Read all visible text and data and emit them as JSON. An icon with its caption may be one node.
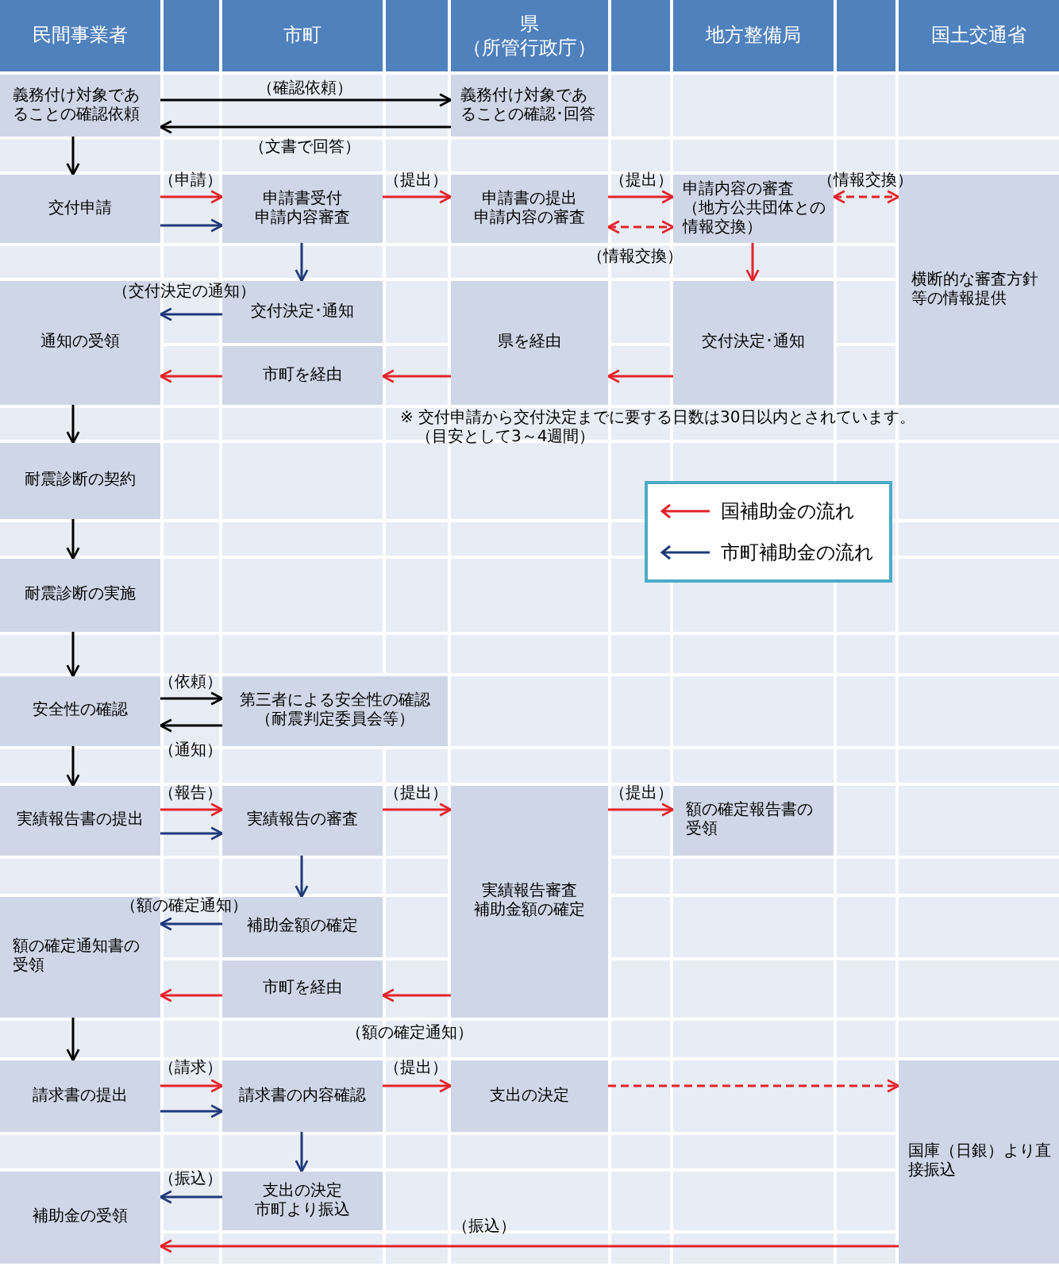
{
  "diagram": {
    "nodes": [
      {
        "text": [
          "民間事業者"
        ]
      },
      {
        "text": [
          "市町"
        ]
      },
      {
        "text": [
          "県",
          "（所管行政庁）"
        ]
      },
      {
        "text": [
          "地方整備局"
        ]
      },
      {
        "text": [
          "国土交通省"
        ]
      },
      {
        "text": [
          "義務付け対象であることの確認依頼"
        ]
      },
      {
        "text": [
          "義務付け対象であることの確認･回答"
        ]
      },
      {
        "text": [
          "交付申請"
        ]
      },
      {
        "text": [
          "申請書受付",
          "申請内容審査"
        ]
      },
      {
        "text": [
          "申請書の提出",
          "申請内容の審査"
        ]
      },
      {
        "text": [
          "申請内容の審査",
          "（地方公共団体との情報交換）"
        ]
      },
      {
        "text": [
          "横断的な審査方針等の情報提供"
        ]
      },
      {
        "text": [
          "通知の受領"
        ]
      },
      {
        "text": [
          "交付決定･通知"
        ]
      },
      {
        "text": [
          "市町を経由"
        ]
      },
      {
        "text": [
          "県を経由"
        ]
      },
      {
        "text": [
          "交付決定･通知"
        ]
      },
      {
        "text": [
          "耐震診断の契約"
        ]
      },
      {
        "text": [
          "耐震診断の実施"
        ]
      },
      {
        "text": [
          "安全性の確認"
        ]
      },
      {
        "text": [
          "第三者による安全性の確認",
          "（耐震判定委員会等）"
        ]
      },
      {
        "text": [
          "実績報告書の提出"
        ]
      },
      {
        "text": [
          "実績報告の審査"
        ]
      },
      {
        "text": [
          "実績報告審査",
          "補助金額の確定"
        ]
      },
      {
        "text": [
          "額の確定報告書の受領"
        ]
      },
      {
        "text": [
          "額の確定通知書の受領"
        ]
      },
      {
        "text": [
          "補助金額の確定"
        ]
      },
      {
        "text": [
          "市町を経由"
        ]
      },
      {
        "text": [
          "請求書の提出"
        ]
      },
      {
        "text": [
          "請求書の内容確認"
        ]
      },
      {
        "text": [
          "支出の決定"
        ]
      },
      {
        "text": [
          "国庫（日銀）より直接振込"
        ]
      },
      {
        "text": [
          "補助金の受領"
        ]
      },
      {
        "text": [
          "支出の決定",
          "市町より振込"
        ]
      }
    ],
    "edges": [
      {
        "from": 5,
        "to": 6,
        "arrow": "to",
        "label": "（確認依頼）",
        "color": "#000000"
      },
      {
        "from": 6,
        "to": 5,
        "arrow": "to",
        "label": "（文書で回答）",
        "color": "#000000"
      },
      {
        "from": 5,
        "to": 7,
        "arrow": "to",
        "color": "#000000"
      },
      {
        "from": 7,
        "to": 8,
        "arrow": "to",
        "label": "（申請）"
      },
      {
        "from": 7,
        "to": 8,
        "arrow": "to",
        "color": "#1f3a7a"
      },
      {
        "from": 8,
        "to": 9,
        "arrow": "to",
        "label": "（提出）"
      },
      {
        "from": 9,
        "to": 10,
        "arrow": "to",
        "label": "（提出）"
      },
      {
        "from": 9,
        "to": 10,
        "arrow": "both",
        "label": "（情報交換）",
        "style": "dashed"
      },
      {
        "from": 10,
        "to": 11,
        "arrow": "both",
        "label": "（情報交換）",
        "style": "dashed"
      },
      {
        "from": 8,
        "to": 13,
        "arrow": "to",
        "color": "#1f3a7a"
      },
      {
        "from": 10,
        "to": 16,
        "arrow": "to"
      },
      {
        "from": 13,
        "to": 12,
        "arrow": "to",
        "label": "（交付決定の通知）",
        "color": "#1f3a7a"
      },
      {
        "from": 16,
        "to": 15,
        "arrow": "to"
      },
      {
        "from": 15,
        "to": 14,
        "arrow": "to"
      },
      {
        "from": 14,
        "to": 12,
        "arrow": "to"
      },
      {
        "from": 12,
        "to": 17,
        "arrow": "to",
        "color": "#000000"
      },
      {
        "from": 17,
        "to": 18,
        "arrow": "to",
        "color": "#000000"
      },
      {
        "from": 18,
        "to": 19,
        "arrow": "to",
        "color": "#000000"
      },
      {
        "from": 19,
        "to": 20,
        "arrow": "to",
        "label": "（依頼）",
        "color": "#000000"
      },
      {
        "from": 20,
        "to": 19,
        "arrow": "to",
        "label": "（通知）",
        "color": "#000000"
      },
      {
        "from": 19,
        "to": 21,
        "arrow": "to",
        "color": "#000000"
      },
      {
        "from": 21,
        "to": 22,
        "arrow": "to",
        "label": "（報告）"
      },
      {
        "from": 21,
        "to": 22,
        "arrow": "to",
        "color": "#1f3a7a"
      },
      {
        "from": 22,
        "to": 23,
        "arrow": "to",
        "label": "（提出）"
      },
      {
        "from": 23,
        "to": 24,
        "arrow": "to",
        "label": "（提出）"
      },
      {
        "from": 22,
        "to": 26,
        "arrow": "to",
        "color": "#1f3a7a"
      },
      {
        "from": 26,
        "to": 25,
        "arrow": "to",
        "label": "（額の確定通知）",
        "color": "#1f3a7a"
      },
      {
        "from": 23,
        "to": 27,
        "arrow": "to",
        "label": "（額の確定通知）"
      },
      {
        "from": 27,
        "to": 25,
        "arrow": "to"
      },
      {
        "from": 25,
        "to": 28,
        "arrow": "to",
        "color": "#000000"
      },
      {
        "from": 28,
        "to": 29,
        "arrow": "to",
        "label": "（請求）"
      },
      {
        "from": 28,
        "to": 29,
        "arrow": "to",
        "color": "#1f3a7a"
      },
      {
        "from": 29,
        "to": 30,
        "arrow": "to",
        "label": "（提出）"
      },
      {
        "from": 30,
        "to": 31,
        "arrow": "to",
        "style": "dashed"
      },
      {
        "from": 29,
        "to": 33,
        "arrow": "to",
        "color": "#1f3a7a"
      },
      {
        "from": 33,
        "to": 32,
        "arrow": "to",
        "label": "（振込）",
        "color": "#1f3a7a"
      },
      {
        "from": 31,
        "to": 32,
        "arrow": "to",
        "label": "（振込）"
      }
    ],
    "labels": [
      "※ 交付申請から交付決定までに要する日数は30日以内とされています。",
      "（目安として3～4週間）"
    ],
    "legend": [
      {
        "text": "国補助金の流れ"
      },
      {
        "text": "市町補助金の流れ"
      }
    ]
  }
}
